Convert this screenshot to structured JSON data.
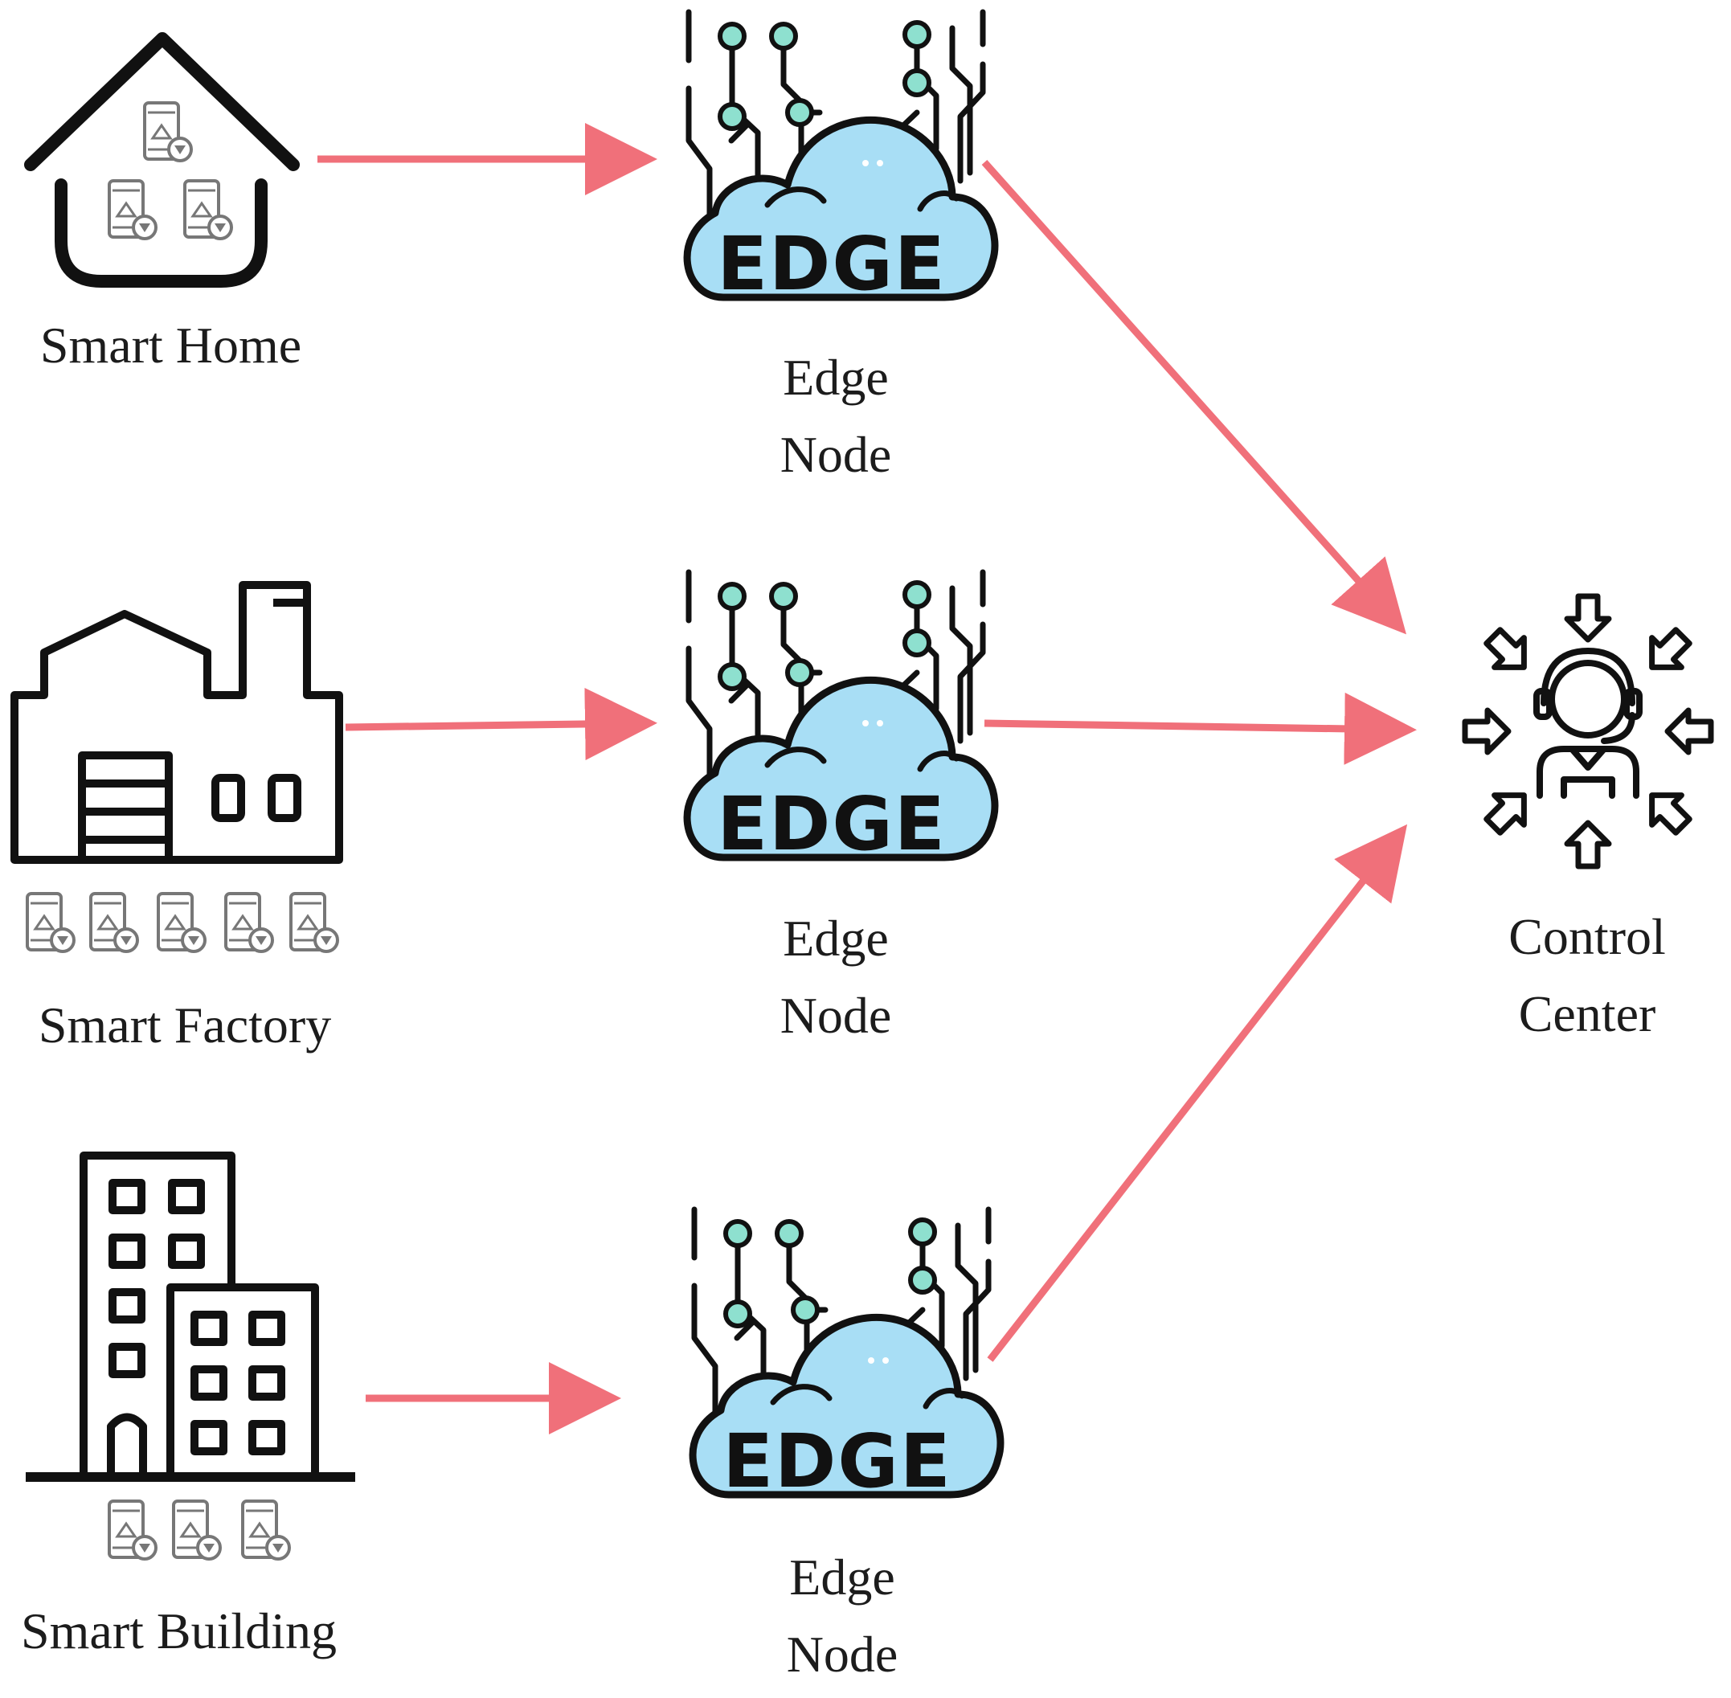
{
  "sources": [
    {
      "id": "home",
      "label": "Smart Home"
    },
    {
      "id": "factory",
      "label": "Smart Factory"
    },
    {
      "id": "building",
      "label": "Smart Building"
    }
  ],
  "edge_nodes": [
    {
      "line1": "Edge",
      "line2": "Node",
      "badge": "EDGE"
    },
    {
      "line1": "Edge",
      "line2": "Node",
      "badge": "EDGE"
    },
    {
      "line1": "Edge",
      "line2": "Node",
      "badge": "EDGE"
    }
  ],
  "control_center": {
    "line1": "Control",
    "line2": "Center"
  },
  "colors": {
    "arrow": "#f0707a",
    "cloud_fill": "#a8def5",
    "circuit_dot": "#8ee0cf",
    "outline": "#111111",
    "device_gray": "#777777"
  }
}
